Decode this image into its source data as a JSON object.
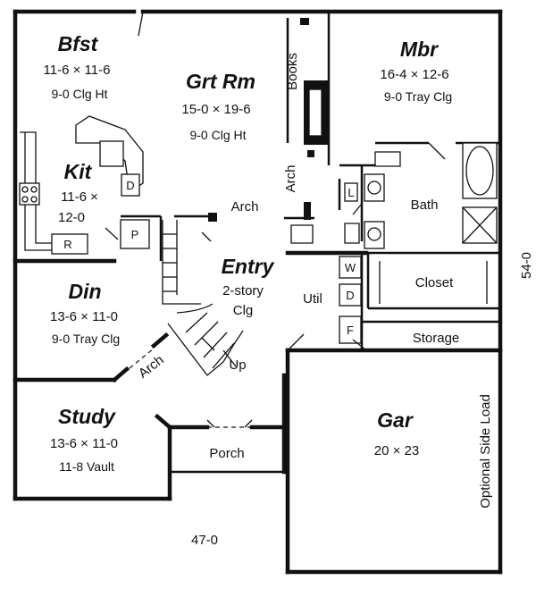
{
  "rooms": {
    "bfst": {
      "name": "Bfst",
      "dim": "11-6 × 11-6",
      "note": "9-0 Clg Ht"
    },
    "grtrm": {
      "name": "Grt Rm",
      "dim": "15-0 × 19-6",
      "note": "9-0 Clg Ht"
    },
    "mbr": {
      "name": "Mbr",
      "dim": "16-4 × 12-6",
      "note": "9-0 Tray Clg"
    },
    "kit": {
      "name": "Kit",
      "dim1": "11-6 ×",
      "dim2": "12-0"
    },
    "entry": {
      "name": "Entry",
      "note1": "2-story",
      "note2": "Clg"
    },
    "din": {
      "name": "Din",
      "dim": "13-6 × 11-0",
      "note": "9-0 Tray Clg"
    },
    "study": {
      "name": "Study",
      "dim": "13-6 × 11-0",
      "note": "11-8 Vault"
    },
    "gar": {
      "name": "Gar",
      "dim": "20 × 23"
    }
  },
  "labels": {
    "books": "Books",
    "arch_grtrm": "Arch",
    "arch_vertical": "Arch",
    "arch_din": "Arch",
    "bath": "Bath",
    "closet": "Closet",
    "util": "Util",
    "storage": "Storage",
    "porch": "Porch",
    "up": "Up",
    "optional_side_load": "Optional Side Load",
    "appliance_d": "D",
    "appliance_r": "R",
    "appliance_p": "P",
    "appliance_l": "L",
    "washer": "W",
    "dryer": "D",
    "freezer": "F"
  },
  "dimensions": {
    "width": "47-0",
    "depth": "54-0"
  }
}
